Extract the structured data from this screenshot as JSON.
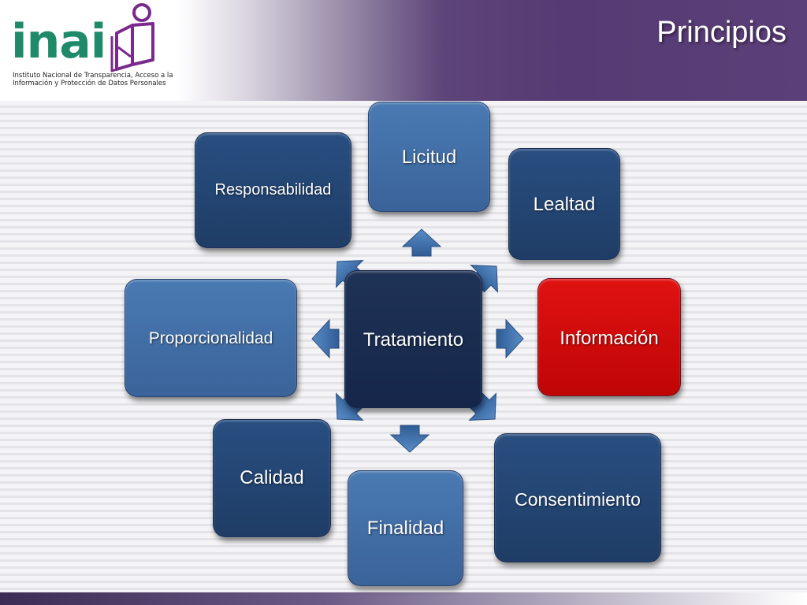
{
  "header": {
    "title": "Principios",
    "logo": {
      "wordmark": "inai",
      "caption": "Instituto Nacional de Transparencia, Acceso a la\nInformación y Protección de Datos Personales"
    }
  },
  "diagram": {
    "center": "Tratamiento",
    "principles": {
      "licitud": "Licitud",
      "lealtad": "Lealtad",
      "informacion": "Información",
      "consentimiento": "Consentimiento",
      "finalidad": "Finalidad",
      "calidad": "Calidad",
      "proporcionalidad": "Proporcionalidad",
      "responsabilidad": "Responsabilidad"
    },
    "colors": {
      "dark_blue": "#1f3d66",
      "medium_blue": "#3a6399",
      "navy_center": "#15264a",
      "highlight_red": "#c80808",
      "arrow_blue": "#3d6fae",
      "header_purple": "#5b3f78",
      "logo_green": "#1f8a6a",
      "logo_purple": "#7a2a8c"
    }
  }
}
